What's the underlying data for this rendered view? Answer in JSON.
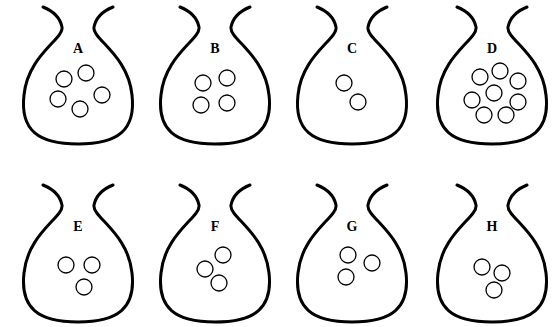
{
  "diagram": {
    "nodes": [
      {
        "text": [
          "A"
        ]
      },
      {
        "text": [
          "B"
        ]
      },
      {
        "text": [
          "C"
        ]
      },
      {
        "text": [
          "D"
        ]
      },
      {
        "text": [
          "E"
        ]
      },
      {
        "text": [
          "F"
        ]
      },
      {
        "text": [
          "G"
        ]
      },
      {
        "text": [
          "H"
        ]
      }
    ]
  }
}
